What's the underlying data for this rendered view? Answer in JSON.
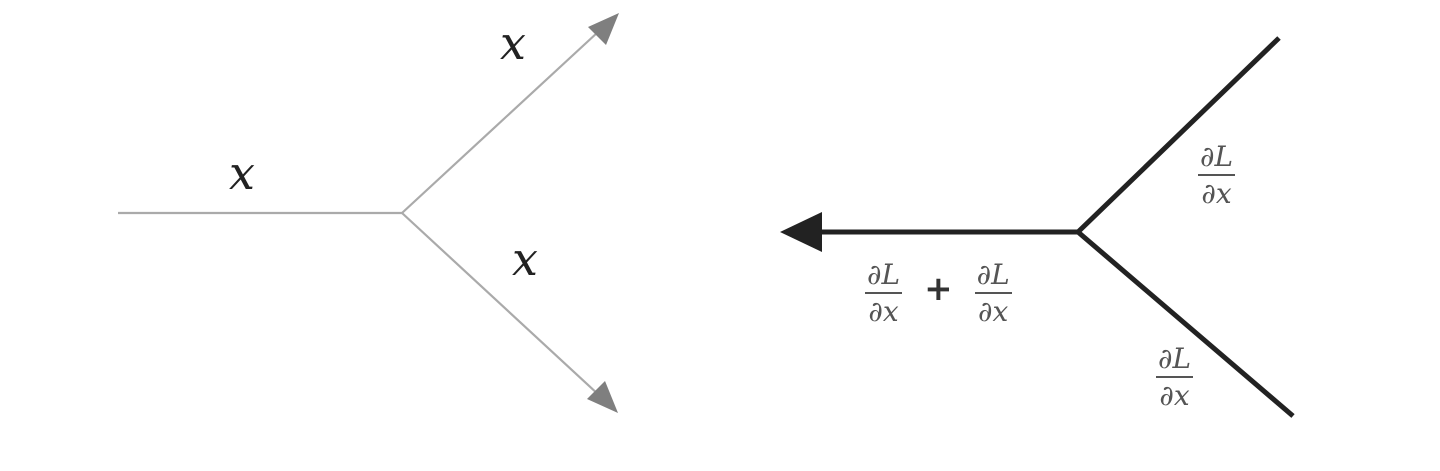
{
  "forward": {
    "label_in": "x",
    "label_out_top": "x",
    "label_out_bottom": "x"
  },
  "backward": {
    "grad_top": {
      "partial": "∂",
      "num": "L",
      "den": "x"
    },
    "grad_bottom": {
      "partial": "∂",
      "num": "L",
      "den": "x"
    },
    "grad_sum_a": {
      "partial": "∂",
      "num": "L",
      "den": "x"
    },
    "plus": "+",
    "grad_sum_b": {
      "partial": "∂",
      "num": "L",
      "den": "x"
    }
  },
  "colors": {
    "forward_edge": "#aaaaaa",
    "forward_arrow": "#7f7f7f",
    "backward_edge": "#222222"
  }
}
